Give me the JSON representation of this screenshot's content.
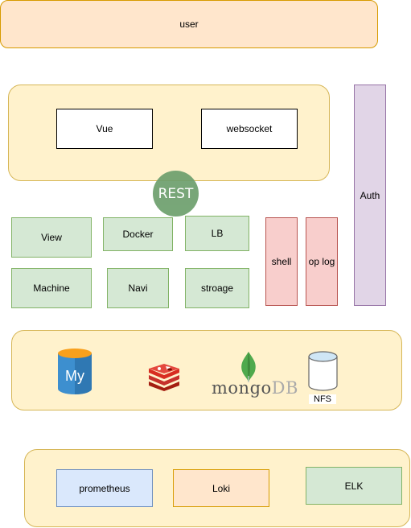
{
  "layers": {
    "user": "user",
    "frontend": {
      "vue": "Vue",
      "websocket": "websocket"
    },
    "api": "REST",
    "auth": "Auth",
    "services": {
      "view": "View",
      "docker": "Docker",
      "lb": "LB",
      "machine": "Machine",
      "navi": "Navi",
      "stroage": "stroage",
      "shell": "shell",
      "op_log": "op log"
    },
    "storage": {
      "mysql_icon_text": "My",
      "mongo_text_a": "mongo",
      "mongo_text_b": "DB",
      "nfs": "NFS"
    },
    "monitoring": {
      "prometheus": "prometheus",
      "loki": "Loki",
      "elk": "ELK"
    }
  },
  "colors": {
    "orange": "#ffe6cc",
    "yellow": "#fff2cc",
    "green": "#d5e8d4",
    "red": "#f8cecc",
    "purple": "#e1d5e7",
    "blue": "#dae8fc"
  },
  "icons": [
    "mysql-icon",
    "redis-icon",
    "mongodb-icon",
    "nfs-storage-icon"
  ]
}
